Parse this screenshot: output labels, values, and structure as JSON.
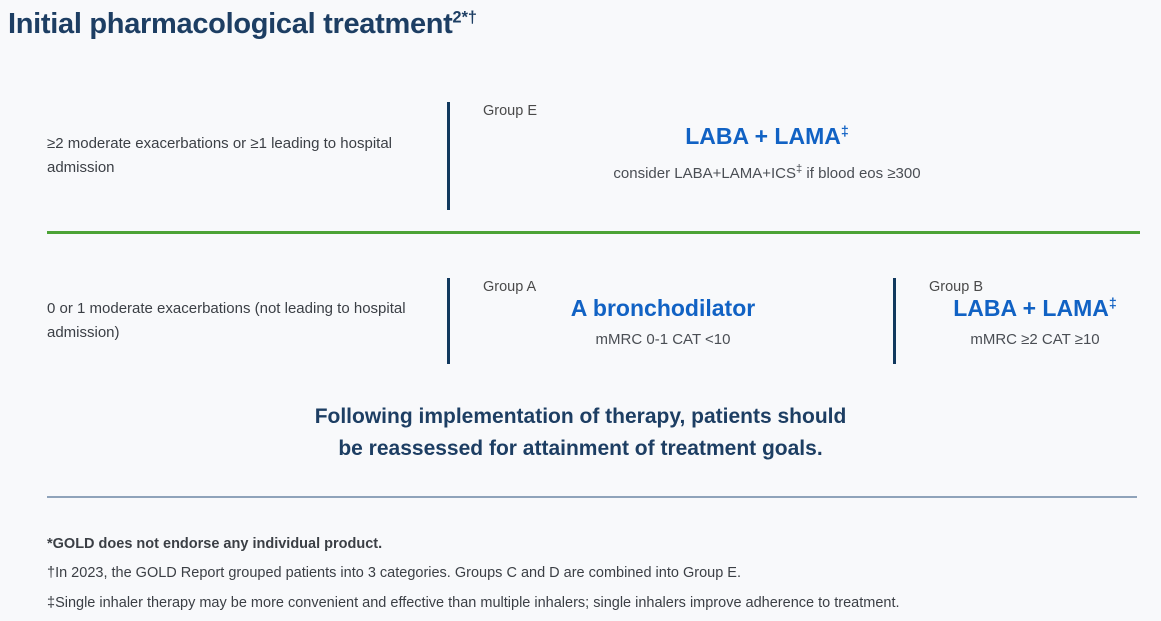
{
  "title": {
    "text": "Initial pharmacological treatment",
    "superscript": "2*†"
  },
  "colors": {
    "title_navy": "#1d3e63",
    "therapy_blue": "#1162c4",
    "divider_green": "#4ca336",
    "divider_gray": "#8fa3ba",
    "bar_navy": "#11395e",
    "background": "#f8f9fb"
  },
  "rows": [
    {
      "criteria": "≥2 moderate exacerbations or ≥1 leading to hospital admission",
      "groups": [
        {
          "label": "Group E",
          "therapy": "LABA + LAMA",
          "therapy_superscript": "‡",
          "note": "consider LABA+LAMA+ICS",
          "note_superscript": "‡",
          "note_tail": " if blood eos ≥300"
        }
      ]
    },
    {
      "criteria": "0 or 1 moderate exacerbations (not leading to hospital admission)",
      "groups": [
        {
          "label": "Group A",
          "therapy": "A bronchodilator",
          "therapy_superscript": "",
          "note": "mMRC 0-1 CAT <10",
          "note_superscript": "",
          "note_tail": ""
        },
        {
          "label": "Group B",
          "therapy": "LABA + LAMA",
          "therapy_superscript": "‡",
          "note": "mMRC ≥2 CAT ≥10",
          "note_superscript": "",
          "note_tail": ""
        }
      ]
    }
  ],
  "callout": {
    "line1": "Following implementation of therapy, patients should",
    "line2": "be reassessed for attainment of treatment goals."
  },
  "footnotes": [
    "*GOLD does not endorse any individual product.",
    "†In 2023, the GOLD Report grouped patients into 3 categories. Groups C and D are combined into Group E.",
    "‡Single inhaler therapy may be more convenient and effective than multiple inhalers; single inhalers improve adherence to treatment."
  ]
}
